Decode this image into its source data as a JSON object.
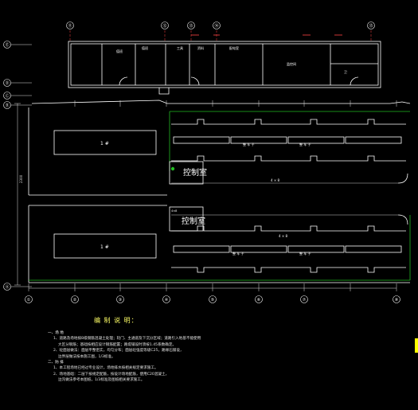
{
  "colors": {
    "background": "#000000",
    "building": "#ffffff",
    "site_line": "#ffffff",
    "green_boundary": "#22bb22",
    "grid_marker": "#ff4444",
    "dimension": "#dddddd",
    "note_title": "#ffff66",
    "accent_yellow": "#ffff00"
  },
  "grid": {
    "bottom_axes": [
      "①",
      "②",
      "③",
      "④",
      "⑤",
      "⑥",
      "⑦",
      "⑧"
    ],
    "top_axes": [
      "⑪",
      "⑫",
      "⑬",
      "⑭",
      "⑮"
    ],
    "left_axes": [
      "Ⓔ",
      "Ⓓ",
      "Ⓒ",
      "Ⓑ",
      "Ⓐ"
    ]
  },
  "building_rooms": [
    "值班",
    "值班",
    "工具",
    "资料",
    "配电室",
    "监控间",
    "卫"
  ],
  "yard_upper": {
    "block_label": "1 #",
    "control_room": "控制室",
    "bay_labels": [
      "整 车 子",
      "整 车 子"
    ],
    "dimension_text": "4 × 8"
  },
  "yard_lower": {
    "block_label": "1 #",
    "control_room": "控制室",
    "bay_labels": [
      "整 车 子",
      "整 车 子"
    ],
    "dimension_text": "4 × 8",
    "tag_text": "4×8"
  },
  "vertical_dimension": "2300",
  "notes": {
    "title": "编 制 说 明：",
    "lines": [
      "一、场 地",
      "1、道路及场地按B级钢筋混凝土处理；轮门、主通道及下沉分区域；道路引入地基不能使用",
      "大区分钢筋；基础按相应设计钢筋配置；路堤铺设时须按1.45系数确定。",
      "2、砼面层做法：面层平整密实，均匀分布；面层砼强度等级C25，路缘石铺设，",
      "边界层做法按本施工图，1/3标准。",
      "二、防 排",
      "1、本工程场地已经过专业设计，场地排水按相关规定要求施工。",
      "2、场地基础：二层下按规定配筋，按设计场地配筋，使用C20混凝土，",
      "边沟做法参考本图纸，1/3标准及图纸相关要求施工。"
    ]
  }
}
